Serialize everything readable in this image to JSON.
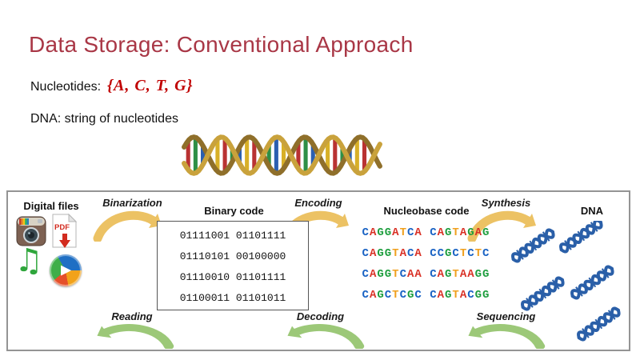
{
  "slide": {
    "title": "Data Storage: Conventional Approach",
    "nucleotides_label": "Nucleotides:",
    "nucleotides_set": "{A, C, T, G}",
    "dna_definition": "DNA: string of nucleotides"
  },
  "pipeline": {
    "digital_files_label": "Digital files",
    "top_arrows": [
      "Binarization",
      "Encoding",
      "Synthesis"
    ],
    "bottom_arrows": [
      "Reading",
      "Decoding",
      "Sequencing"
    ],
    "binary_code": {
      "label": "Binary code",
      "rows": [
        "01111001 01101111",
        "01110101 00100000",
        "01110010 01101111",
        "01100011 01101011"
      ]
    },
    "nucleobase_code": {
      "label": "Nucleobase code",
      "rows": [
        "CAGGATCA CAGTAGAG",
        "CAGGTACA CCGCTCTC",
        "CAGGTCAA CAGTAAGG",
        "CAGCTCGC CAGTACGG"
      ],
      "base_colors": {
        "A": "#d93025",
        "C": "#1a63c4",
        "G": "#1e9e3e",
        "T": "#f0a01e"
      }
    },
    "dna_label": "DNA",
    "icons": [
      "instagram-icon",
      "pdf-file-icon",
      "music-note-icon",
      "media-player-icon"
    ],
    "colors": {
      "top_arrow": "#ecc264",
      "bottom_arrow": "#9cc878"
    }
  },
  "colors": {
    "title": "#a93746",
    "nucleotides_set": "#c00000",
    "panel_border": "#949494"
  }
}
